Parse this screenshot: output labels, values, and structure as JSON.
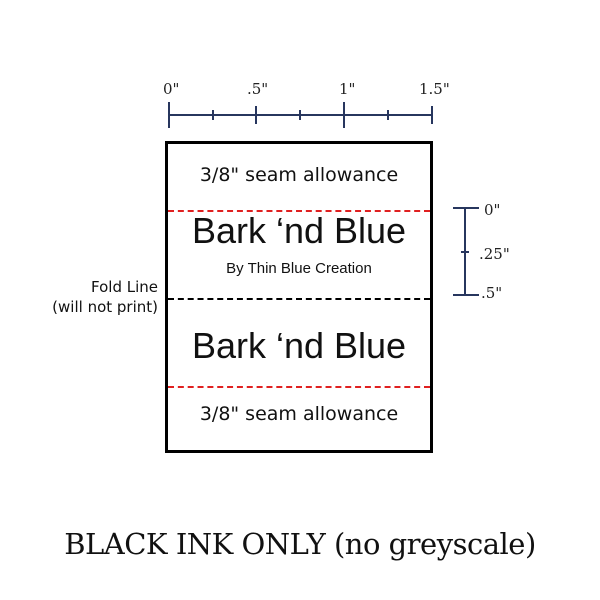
{
  "ruler_h": {
    "labels": [
      "0\"",
      ".5\"",
      "1\"",
      "1.5\""
    ]
  },
  "ruler_v": {
    "labels": [
      "0\"",
      ".25\"",
      ".5\""
    ]
  },
  "label": {
    "seam_top": "3/8\" seam allowance",
    "brand_top": "Bark ‘nd Blue",
    "byline": "By Thin Blue Creation",
    "brand_bottom": "Bark ‘nd Blue",
    "seam_bottom": "3/8\" seam allowance"
  },
  "fold": {
    "title": "Fold Line",
    "note": "(will not print)"
  },
  "footer": "BLACK INK ONLY (no greyscale)",
  "colors": {
    "ruler": "#27365e",
    "seam_line": "#e02020",
    "fold_line": "#000000"
  }
}
